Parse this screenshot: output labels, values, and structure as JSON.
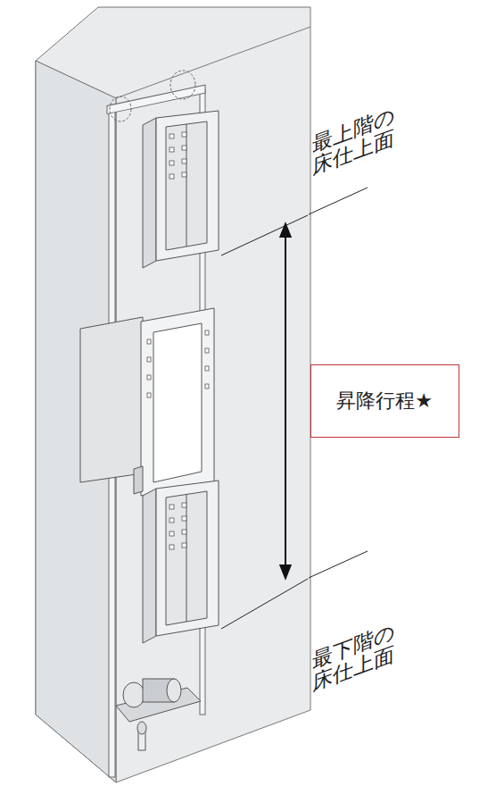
{
  "diagram": {
    "nodes": [
      {
        "text": [
          "昇降行程★"
        ]
      }
    ],
    "edges": [],
    "labels": [
      "最上階の 床仕上面",
      "最下階の 床仕上面"
    ]
  }
}
